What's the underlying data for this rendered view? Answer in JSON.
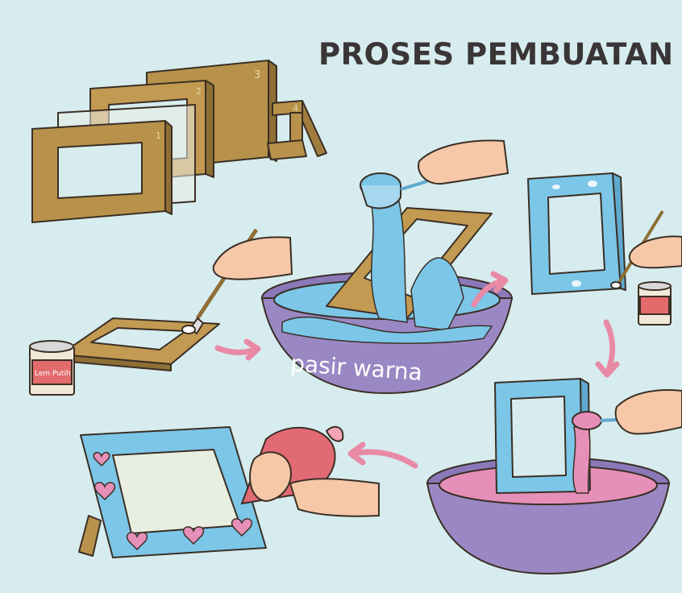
{
  "title": "PROSES PEMBUATAN",
  "layers": {
    "numbers": [
      "1",
      "2",
      "3",
      "4"
    ]
  },
  "glue_can_label": "Lem Putih",
  "bowl_label": "pasir warna",
  "colors": {
    "background": "#d7ecee",
    "cardboard": "#b8924a",
    "blue_sand": "#7cc6e8",
    "pink_sand": "#e68fb8",
    "bowl": "#9a88c4",
    "arrow": "#e88aa6",
    "skin": "#f6c8a8"
  },
  "icons": [
    "cardboard-layers",
    "brush",
    "glue-can",
    "scoop",
    "bowl",
    "frame",
    "piping-bag",
    "arrow"
  ]
}
